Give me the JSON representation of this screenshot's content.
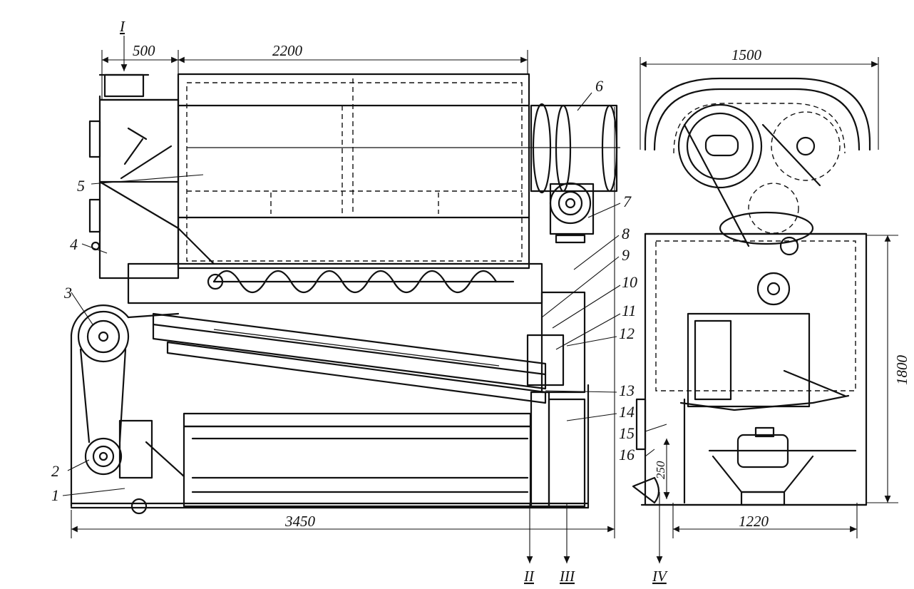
{
  "dimensions": {
    "d500": "500",
    "d2200": "2200",
    "d3450": "3450",
    "d1500": "1500",
    "d1220": "1220",
    "d1800": "1800",
    "d250": "250"
  },
  "flows": {
    "in": "I",
    "out2": "II",
    "out3": "III",
    "out4": "IV"
  },
  "callouts": [
    "1",
    "2",
    "3",
    "4",
    "5",
    "6",
    "7",
    "8",
    "9",
    "10",
    "11",
    "12",
    "13",
    "14",
    "15",
    "16"
  ]
}
